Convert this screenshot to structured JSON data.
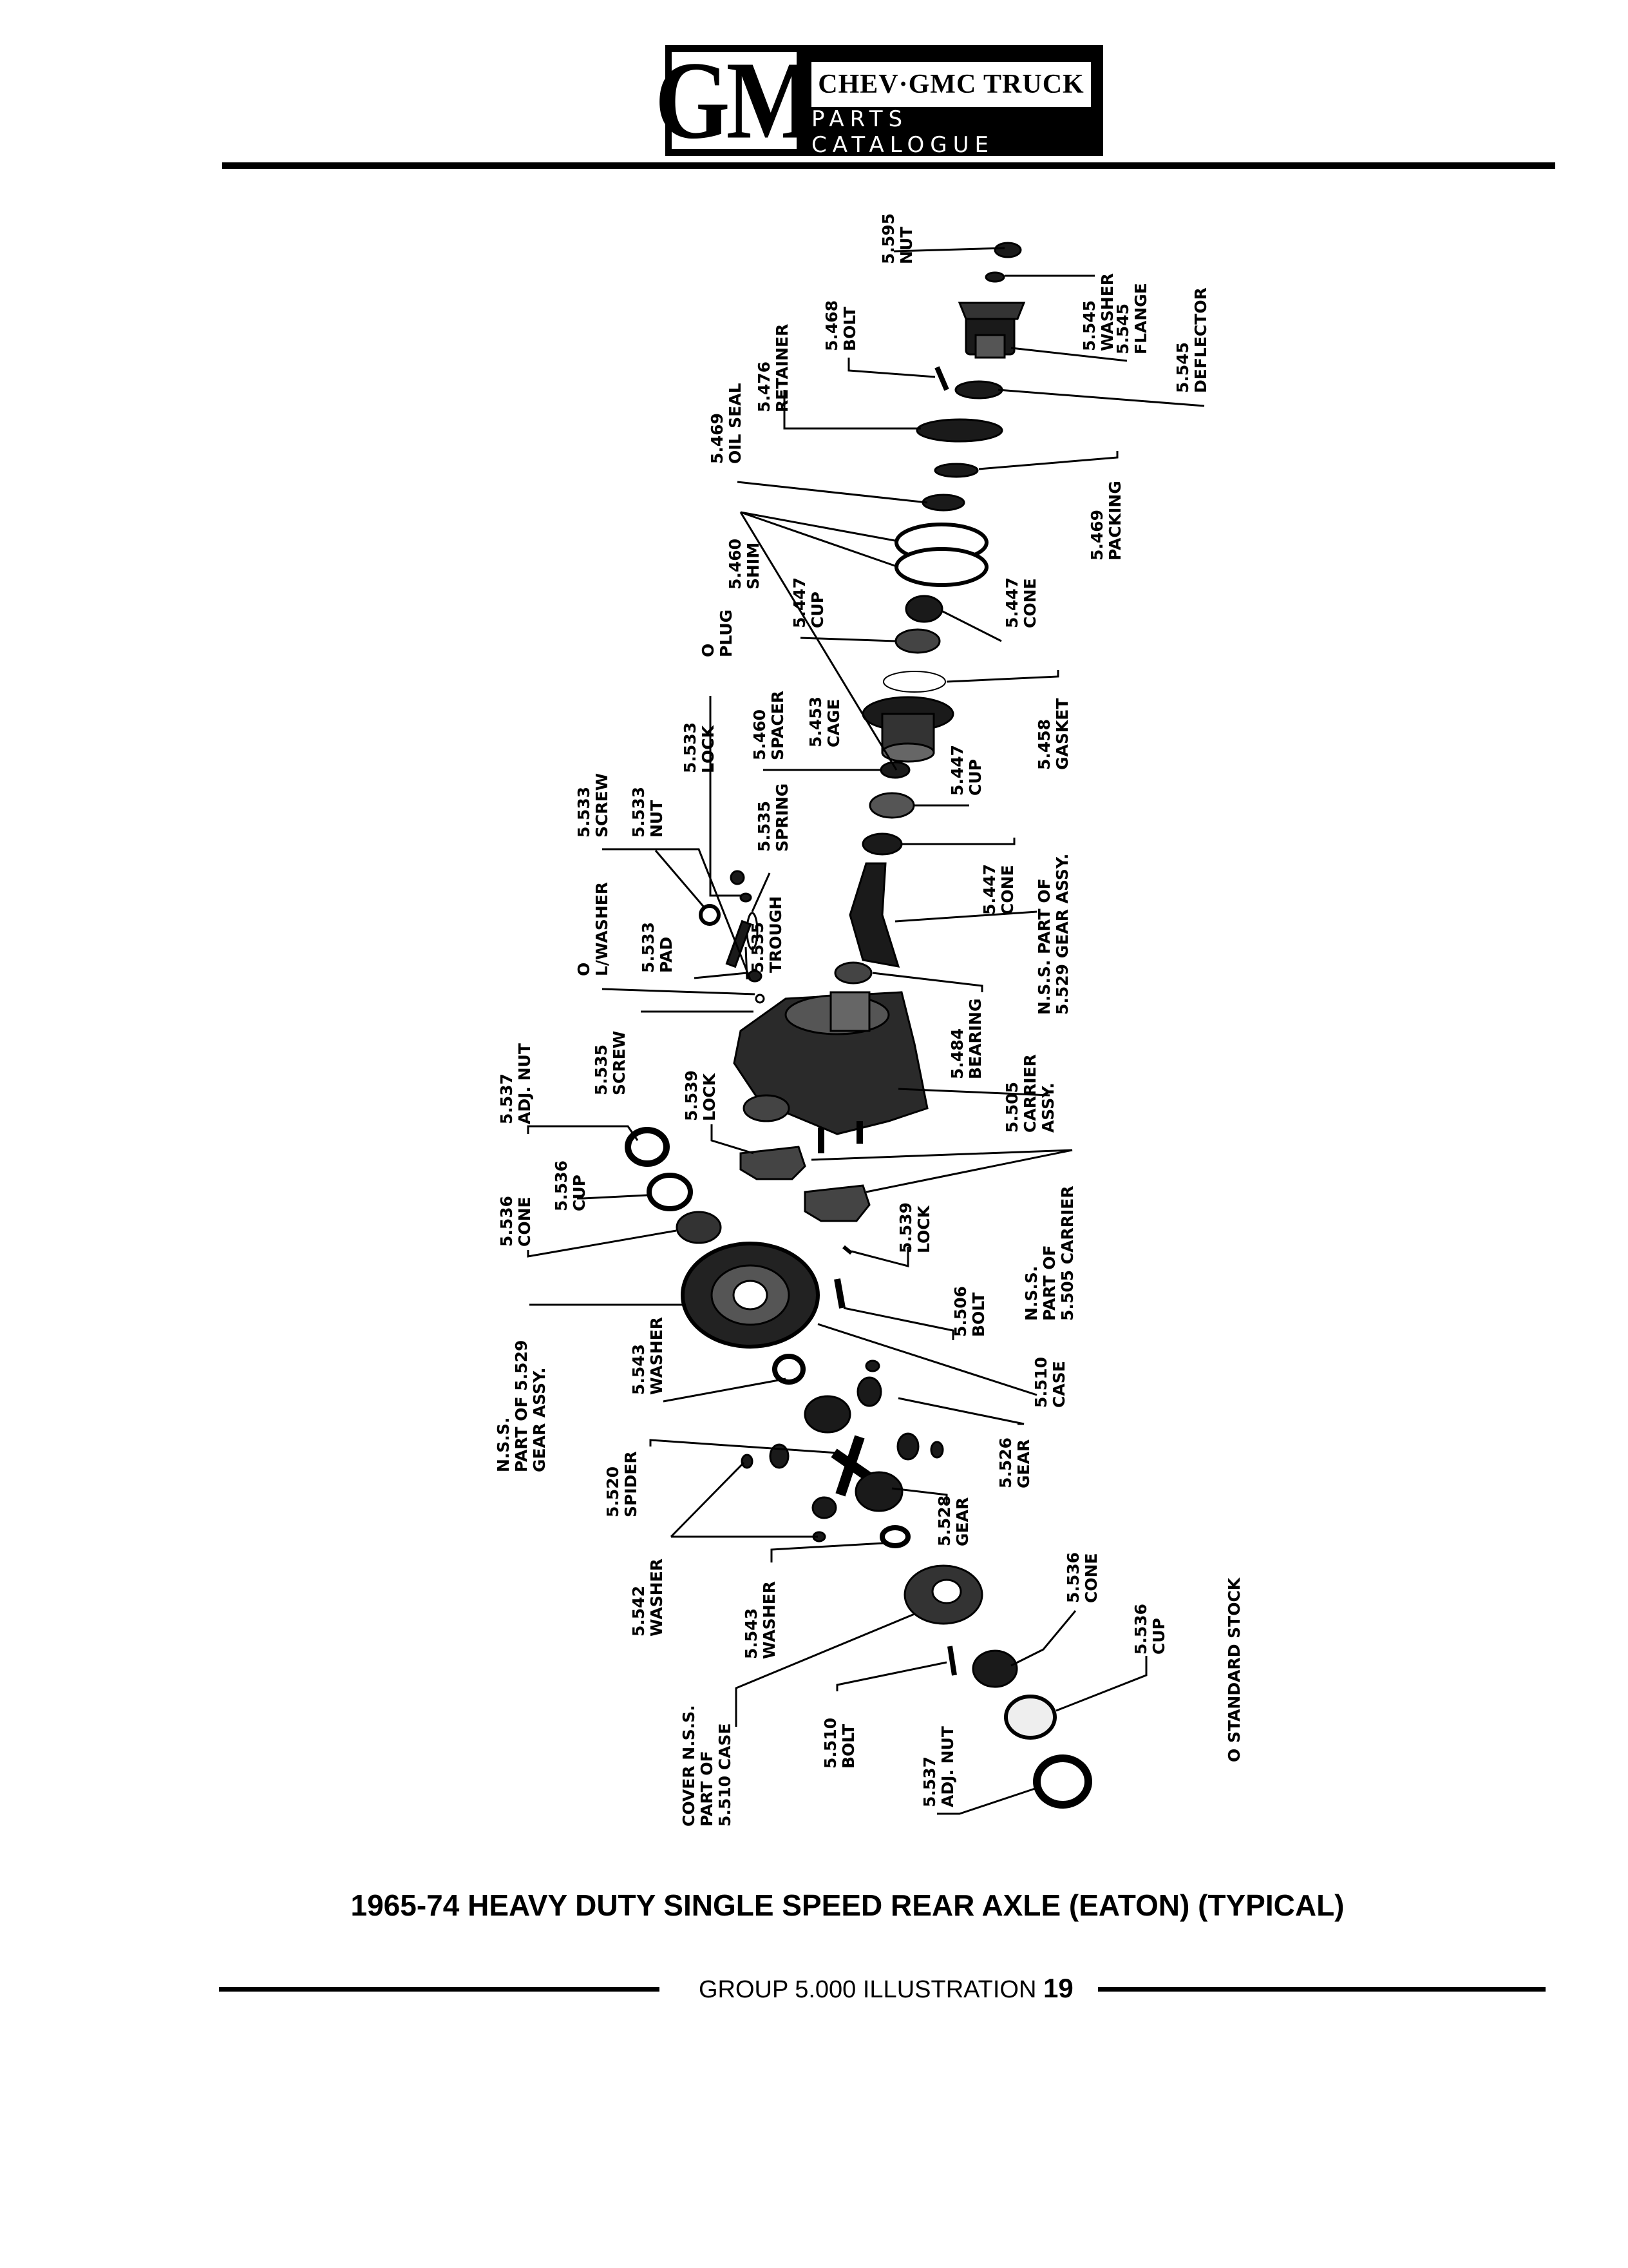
{
  "header": {
    "logo_text": "GM",
    "brand": "CHEV·GMC TRUCK",
    "subtitle": "PARTS CATALOGUE"
  },
  "diagram": {
    "labels": [
      {
        "id": "nut-5595",
        "num": "5.595",
        "name": "NUT"
      },
      {
        "id": "washer-5545",
        "num": "5.545",
        "name": "WASHER"
      },
      {
        "id": "flange-5545",
        "num": "5.545",
        "name": "FLANGE"
      },
      {
        "id": "deflector-5545",
        "num": "5.545",
        "name": "DEFLECTOR"
      },
      {
        "id": "bolt-5468",
        "num": "5.468",
        "name": "BOLT"
      },
      {
        "id": "retainer-5476",
        "num": "5.476",
        "name": "RETAINER"
      },
      {
        "id": "oilseal-5469",
        "num": "5.469",
        "name": "OIL SEAL"
      },
      {
        "id": "packing-5469",
        "num": "5.469",
        "name": "PACKING"
      },
      {
        "id": "shim-5460",
        "num": "5.460",
        "name": "SHIM"
      },
      {
        "id": "cup-5447-a",
        "num": "5.447",
        "name": "CUP"
      },
      {
        "id": "cone-5447-a",
        "num": "5.447",
        "name": "CONE"
      },
      {
        "id": "plug-o",
        "num": "O",
        "name": "PLUG"
      },
      {
        "id": "spacer-5460",
        "num": "5.460",
        "name": "SPACER"
      },
      {
        "id": "cage-5453",
        "num": "5.453",
        "name": "CAGE"
      },
      {
        "id": "gasket-5458",
        "num": "5.458",
        "name": "GASKET"
      },
      {
        "id": "cup-5447-b",
        "num": "5.447",
        "name": "CUP"
      },
      {
        "id": "lock-5533",
        "num": "5.533",
        "name": "LOCK"
      },
      {
        "id": "spring-5535",
        "num": "5.535",
        "name": "SPRING"
      },
      {
        "id": "screw-5533",
        "num": "5.533",
        "name": "SCREW"
      },
      {
        "id": "nut-5533",
        "num": "5.533",
        "name": "NUT"
      },
      {
        "id": "cone-5447-b",
        "num": "5.447",
        "name": "CONE"
      },
      {
        "id": "nss-5529-a",
        "num": "N.S.S.  PART OF",
        "name": "5.529 GEAR ASSY."
      },
      {
        "id": "trough-5535",
        "num": "5.535",
        "name": "TROUGH"
      },
      {
        "id": "lwasher-o",
        "num": "O",
        "name": "L/WASHER"
      },
      {
        "id": "pad-5533",
        "num": "5.533",
        "name": "PAD"
      },
      {
        "id": "bearing-5484",
        "num": "5.484",
        "name": "BEARING"
      },
      {
        "id": "screw-5535",
        "num": "5.535",
        "name": "SCREW"
      },
      {
        "id": "carrier-5505",
        "num": "5.505",
        "name": "CARRIER",
        "name2": "ASSY."
      },
      {
        "id": "adjnut-5537-a",
        "num": "5.537",
        "name": "ADJ. NUT"
      },
      {
        "id": "lock-5539-a",
        "num": "5.539",
        "name": "LOCK"
      },
      {
        "id": "cup-5536-a",
        "num": "5.536",
        "name": "CUP"
      },
      {
        "id": "cone-5536-a",
        "num": "5.536",
        "name": "CONE"
      },
      {
        "id": "lock-5539-b",
        "num": "5.539",
        "name": "LOCK"
      },
      {
        "id": "nss-5505",
        "num": "N.S.S.",
        "name": "PART OF",
        "name2": "5.505 CARRIER"
      },
      {
        "id": "bolt-5506",
        "num": "5.506",
        "name": "BOLT"
      },
      {
        "id": "nss-5529-b",
        "num": "N.S.S.",
        "name": "PART OF 5.529",
        "name2": "GEAR ASSY."
      },
      {
        "id": "washer-5543-a",
        "num": "5.543",
        "name": "WASHER"
      },
      {
        "id": "case-5510",
        "num": "5.510",
        "name": "CASE"
      },
      {
        "id": "gear-5526",
        "num": "5.526",
        "name": "GEAR"
      },
      {
        "id": "spider-5520",
        "num": "5.520",
        "name": "SPIDER"
      },
      {
        "id": "gear-5528",
        "num": "5.528",
        "name": "GEAR"
      },
      {
        "id": "washer-5542",
        "num": "5.542",
        "name": "WASHER"
      },
      {
        "id": "washer-5543-b",
        "num": "5.543",
        "name": "WASHER"
      },
      {
        "id": "cone-5536-b",
        "num": "5.536",
        "name": "CONE"
      },
      {
        "id": "cup-5536-b",
        "num": "5.536",
        "name": "CUP"
      },
      {
        "id": "bolt-5510",
        "num": "5.510",
        "name": "BOLT"
      },
      {
        "id": "adjnut-5537-b",
        "num": "5.537",
        "name": "ADJ. NUT"
      },
      {
        "id": "cover-5510",
        "num": "COVER N.S.S.",
        "name": "PART OF",
        "name2": "5.510 CASE"
      }
    ],
    "legend": "O  STANDARD STOCK"
  },
  "caption": "1965-74 HEAVY DUTY SINGLE SPEED REAR AXLE (EATON) (TYPICAL)",
  "footer": {
    "group_text": "GROUP 5.000 ILLUSTRATION",
    "illustration_number": "19"
  }
}
